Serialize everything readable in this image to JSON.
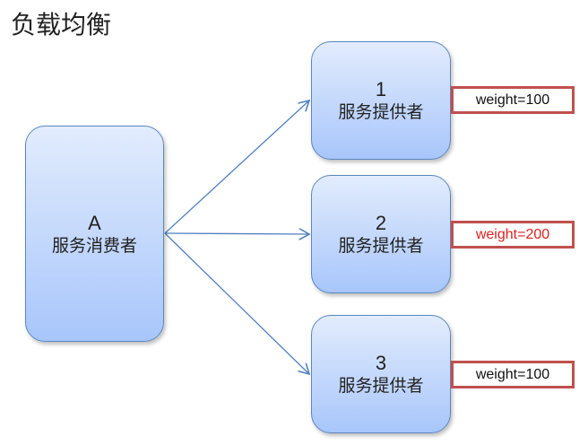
{
  "title": "负载均衡",
  "consumer": {
    "id": "A",
    "label": "服务消费者"
  },
  "providers": [
    {
      "id": "1",
      "label": "服务提供者",
      "weight": "weight=100",
      "weight_color": "#111111"
    },
    {
      "id": "2",
      "label": "服务提供者",
      "weight": "weight=200",
      "weight_color": "#e02020"
    },
    {
      "id": "3",
      "label": "服务提供者",
      "weight": "weight=100",
      "weight_color": "#111111"
    }
  ],
  "colors": {
    "arrow": "#4f7fc0",
    "weight_border": "#c0504d"
  }
}
